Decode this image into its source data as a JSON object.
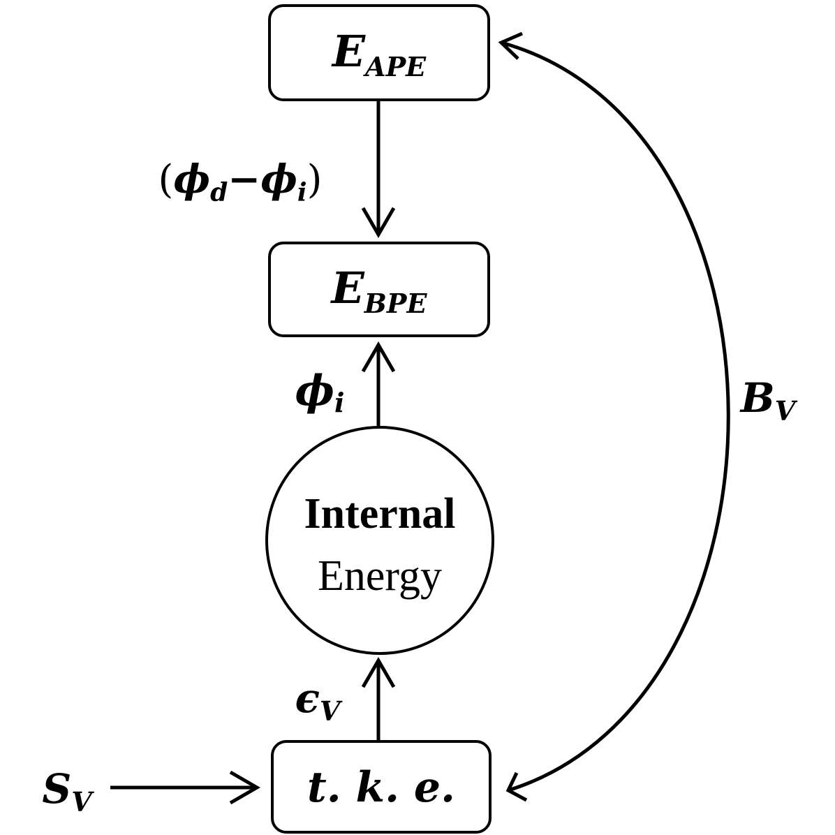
{
  "diagram": {
    "nodes": {
      "ape": {
        "main": "E",
        "sub": "APE"
      },
      "bpe": {
        "main": "E",
        "sub": "BPE"
      },
      "internal": {
        "line1": "Internal",
        "line2": "Energy"
      },
      "tke": {
        "label": "t. k. e."
      }
    },
    "edges": {
      "ape_to_bpe": {
        "open": "(",
        "phi1": "ϕ",
        "sub1": "d",
        "minus": "−",
        "phi2": "ϕ",
        "sub2": "i",
        "close": ")"
      },
      "internal_to_bpe": {
        "main": "ϕ",
        "sub": "i"
      },
      "tke_to_internal": {
        "main": "ϵ",
        "sub": "V"
      },
      "tke_ape_exchange": {
        "main": "B",
        "sub": "V"
      },
      "source_to_tke": {
        "main": "S",
        "sub": "V"
      }
    }
  }
}
